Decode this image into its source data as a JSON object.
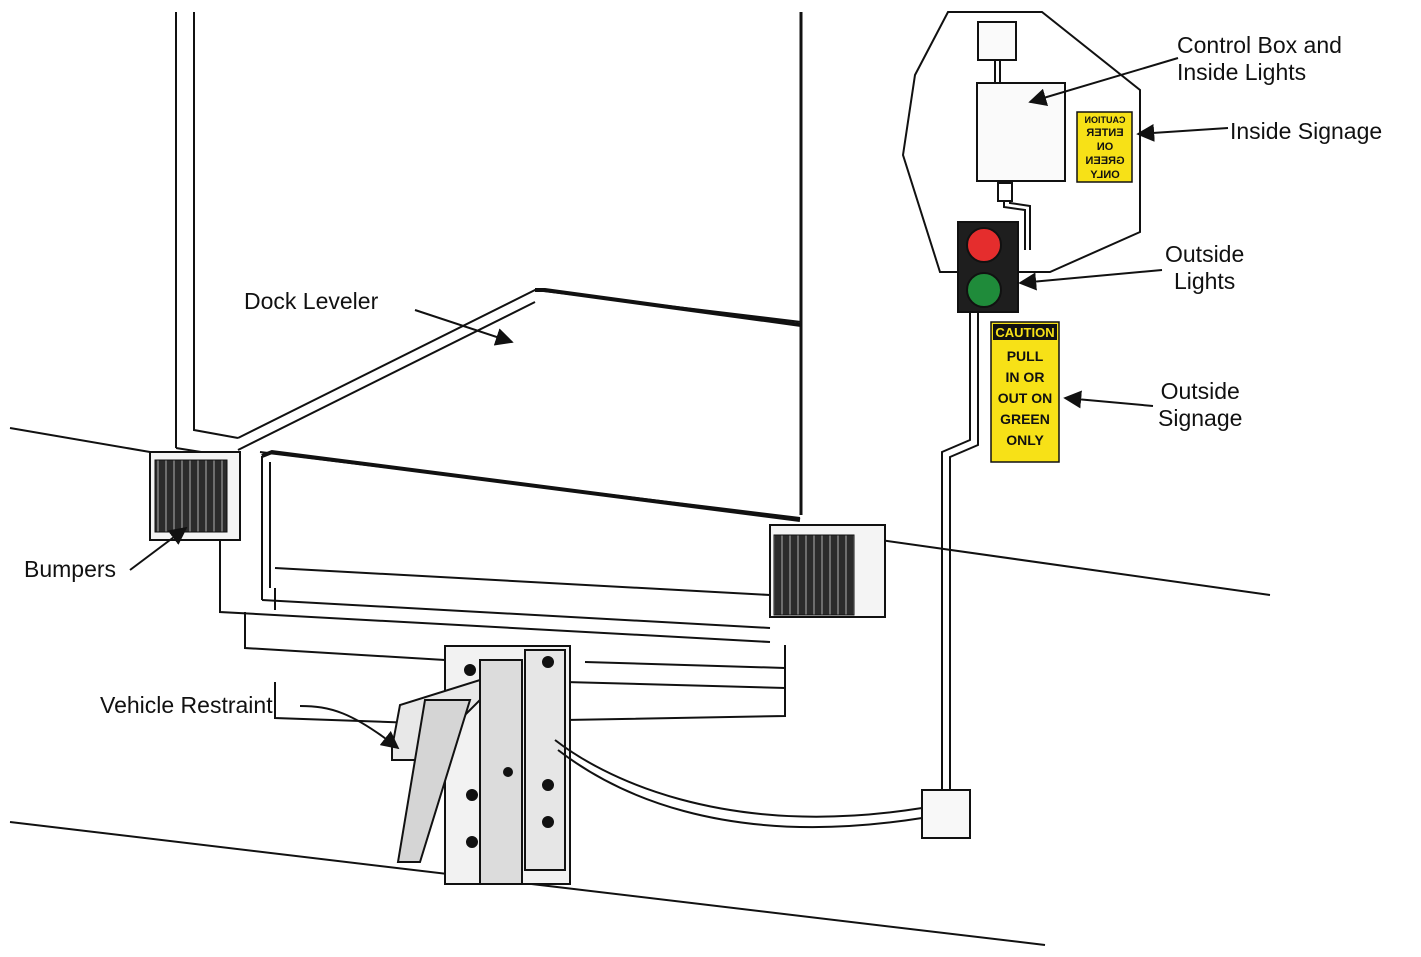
{
  "labels": {
    "control_box": [
      "Control Box and",
      "Inside Lights"
    ],
    "inside_signage": "Inside Signage",
    "outside_lights": [
      "Outside",
      "Lights"
    ],
    "outside_signage": [
      "Outside",
      "Signage"
    ],
    "dock_leveler": "Dock Leveler",
    "bumpers": "Bumpers",
    "vehicle_restraint": "Vehicle Restraint"
  },
  "outside_sign": {
    "header": "CAUTION",
    "lines": [
      "PULL",
      "IN OR",
      "OUT ON",
      "GREEN",
      "ONLY"
    ]
  },
  "inside_sign": {
    "header": "CAUTION",
    "lines": [
      "ENTER",
      "ON",
      "GREEN",
      "ONLY"
    ]
  },
  "colors": {
    "sign_yellow": "#f7e117",
    "red_light": "#e52d2d",
    "green_light": "#1f8b3a",
    "line": "#111111"
  }
}
